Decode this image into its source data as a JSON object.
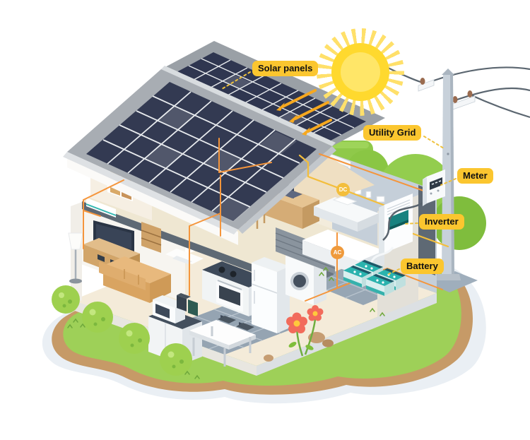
{
  "diagram": {
    "type": "isometric-illustration",
    "subject": "Solar powered house with battery storage connected to the utility grid"
  },
  "labels": {
    "solar_panels": "Solar panels",
    "utility_grid": "Utility Grid",
    "meter": "Meter",
    "inverter": "Inverter",
    "battery": "Battery"
  },
  "markers": {
    "dc": "DC",
    "ac": "AC"
  },
  "colors": {
    "label_background": "#FBC62F",
    "label_text": "#111111",
    "sun": "#FFD92E",
    "solar_panel": "#343B55",
    "roof": "#A8ADB3",
    "grass": "#9ED058",
    "dirt_path": "#C69A67",
    "battery": "#2AB3AE",
    "inverter_screen": "#18827F",
    "dc_wire": "#F3BE3C",
    "ac_wire": "#F5953B",
    "sun_arrow": "#F6A81F"
  }
}
